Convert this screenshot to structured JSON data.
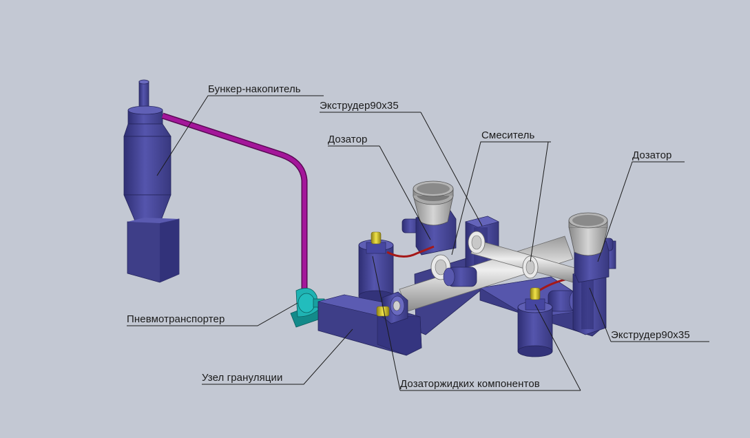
{
  "labels": {
    "hopper": "Бункер-накопитель",
    "extruder_top": "Экструдер90х35",
    "extruder_bottom": "Экструдер90х35",
    "mixer": "Смеситель",
    "doser_left": "Дозатор",
    "doser_right": "Дозатор",
    "pneumatic": "Пневмотранспортер",
    "granulation": "Узел грануляции",
    "liquid_doser": "Дозаторжидких компонентов"
  },
  "colors": {
    "background": "#c3c8d3",
    "machine_body": "#47479a",
    "machine_light": "#6a6ac0",
    "machine_dark": "#2e2e6e",
    "pipe": "#a4169a",
    "blower": "#1aa7a7",
    "hopper_metal": "#b8b8b8",
    "shaft": "#d2d2d2",
    "heater": "#d4c21e",
    "hose": "#a51818",
    "leader_line": "#1a1a1a"
  }
}
